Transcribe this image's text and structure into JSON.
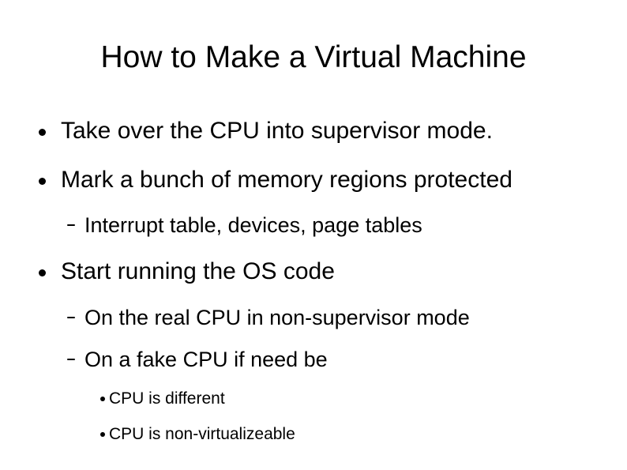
{
  "slide": {
    "title": "How to Make a Virtual Machine",
    "bullets": [
      {
        "level": 1,
        "marker": "dot",
        "text": "Take over the CPU into supervisor mode."
      },
      {
        "level": 1,
        "marker": "dot",
        "text": "Mark a bunch of memory regions protected"
      },
      {
        "level": 2,
        "marker": "dash",
        "text": "Interrupt table, devices, page tables"
      },
      {
        "level": 1,
        "marker": "dot",
        "text": "Start running the OS code"
      },
      {
        "level": 2,
        "marker": "dash",
        "text": "On the real CPU in non-supervisor mode"
      },
      {
        "level": 2,
        "marker": "dash",
        "text": "On a fake CPU if need be"
      },
      {
        "level": 3,
        "marker": "dot",
        "text": "CPU is different"
      },
      {
        "level": 3,
        "marker": "dot",
        "text": "CPU is non-virtualizeable"
      }
    ],
    "colors": {
      "background": "#ffffff",
      "text": "#000000",
      "bullet": "#000000"
    }
  }
}
